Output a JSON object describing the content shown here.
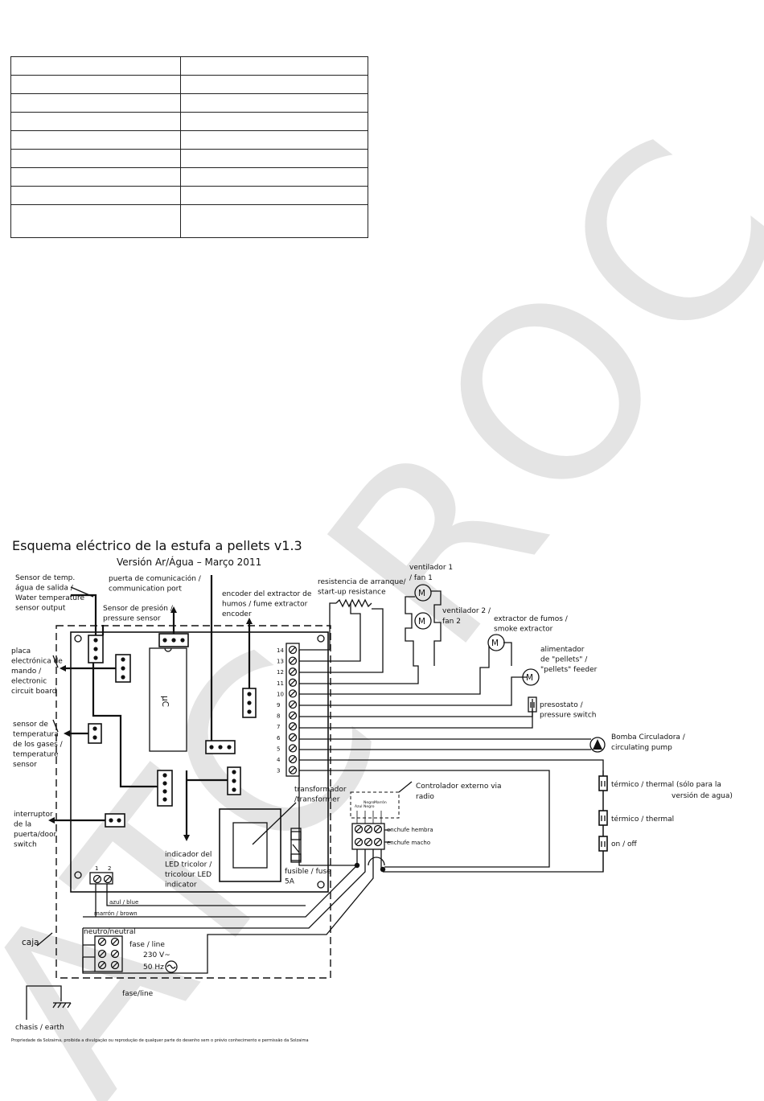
{
  "table": {
    "rows": [
      [
        "",
        ""
      ],
      [
        "",
        ""
      ],
      [
        "",
        ""
      ],
      [
        "",
        ""
      ],
      [
        "",
        ""
      ],
      [
        "",
        ""
      ],
      [
        "",
        ""
      ],
      [
        "",
        ""
      ],
      [
        "",
        ""
      ]
    ]
  },
  "watermark": "ATC ROC",
  "diagram": {
    "title": "Esquema eléctrico de la estufa a pellets v1.3",
    "subtitle": "Versión Ar/Água – Março 2011",
    "labels": {
      "water_sensor": [
        "Sensor de temp.",
        "água de salida /",
        "Water temperature",
        "sensor output"
      ],
      "comm_port": [
        "puerta de comunicación /",
        "communication port"
      ],
      "pressure_sensor": [
        "Sensor de presión /",
        "pressure sensor"
      ],
      "encoder": [
        "encoder del extractor de",
        "humos / fume extractor",
        "encoder"
      ],
      "start_resistance": [
        "resistencia de arranque/",
        "start-up resistance"
      ],
      "fan1": [
        "ventilador 1",
        "/ fan 1"
      ],
      "fan2": [
        "ventilador 2 /",
        "fan 2"
      ],
      "smoke_extractor": [
        "extractor de fumos /",
        "smoke extractor"
      ],
      "pellet_feeder": [
        "alimentador",
        "de \"pellets\" /",
        "\"pellets\" feeder"
      ],
      "pressure_switch": [
        "presostato /",
        "pressure switch"
      ],
      "circ_pump": [
        "Bomba Circuladora /",
        "circulating pump"
      ],
      "thermal_water": [
        "térmico / thermal (sólo para la",
        "versión de agua)"
      ],
      "thermal": "térmico / thermal",
      "on_off": "on / off",
      "board": [
        "placa",
        "electrónica de",
        "mando /",
        "electronic",
        "circuit board"
      ],
      "gas_sensor": [
        "sensor de",
        "temperatura",
        "de los gases /",
        "temperature",
        "sensor"
      ],
      "door_switch": [
        "interruptor",
        "de la",
        "puerta/door",
        "switch"
      ],
      "led": [
        "indicador del",
        "LED tricolor /",
        "tricolour LED",
        "indicator"
      ],
      "transformer": [
        "transformador",
        "/transformer"
      ],
      "fuse": [
        "fusible / fuse",
        "5A"
      ],
      "remote": [
        "Controlador externo  via",
        "radio"
      ],
      "remote_wires": [
        "Azul",
        "Negro",
        "Negro",
        "Marrón"
      ],
      "socket_female": "enchufe hembra",
      "socket_male": "enchufe macho",
      "blue": "azul / blue",
      "brown": "marrón / brown",
      "neutral": "neutro/neutral",
      "phase": "fase / line",
      "voltage": "230 V~",
      "freq": "50 Hz",
      "phase_bottom": "fase/line",
      "case": "caja",
      "chassis": "chasis / earth",
      "micro": "µC",
      "pins": [
        "1",
        "2"
      ],
      "terminals": [
        "14",
        "13",
        "12",
        "11",
        "10",
        "9",
        "8",
        "7",
        "6",
        "5",
        "4",
        "3"
      ],
      "motor": "M",
      "footer": "Propriedade da Solzaima, proibida a divulgação ou reprodução de qualquer parte do desenho sem o prévio conhecimento e permissão da Solzaima"
    }
  }
}
